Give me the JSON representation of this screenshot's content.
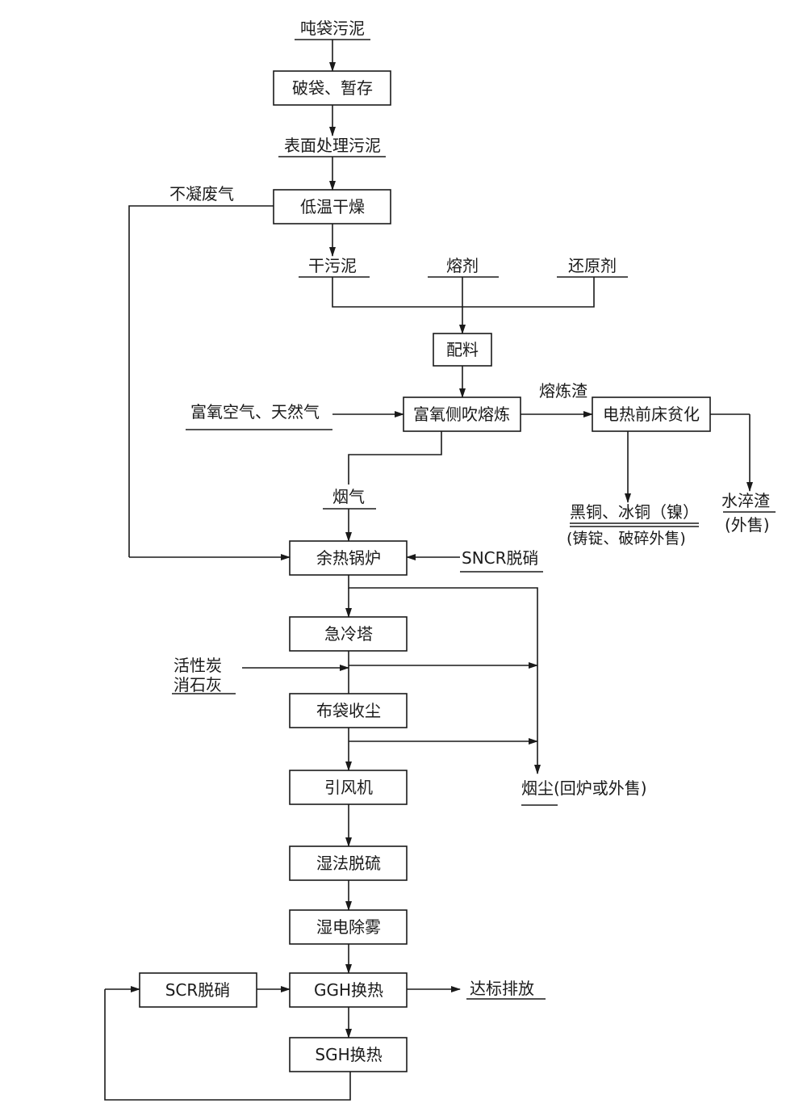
{
  "nodes": {
    "breaking_bag": "破袋、暂存",
    "low_temp_drying": "低温干燥",
    "batching": "配料",
    "smelting": "富氧侧吹熔炼",
    "electric_furnace": "电热前床贫化",
    "waste_heat_boiler": "余热锅炉",
    "quench_tower": "急冷塔",
    "baghouse": "布袋收尘",
    "induced_fan": "引风机",
    "wet_desulfurization": "湿法脱硫",
    "wet_esp": "湿电除雾",
    "ggh": "GGH换热",
    "scr": "SCR脱硝",
    "sgh": "SGH换热"
  },
  "labels": {
    "ton_bag_sludge": "吨袋污泥",
    "surface_sludge": "表面处理污泥",
    "noncondensable_gas": "不凝废气",
    "dry_sludge": "干污泥",
    "flux": "熔剂",
    "reductant": "还原剂",
    "oxygen_gas": "富氧空气、天然气",
    "smelting_slag": "熔炼渣",
    "flue_gas": "烟气",
    "black_copper": "黑铜、冰铜（镍）",
    "black_copper_note": "(铸锭、破碎外售)",
    "water_slag": "水淬渣",
    "water_slag_note": "(外售)",
    "sncr": "SNCR脱硝",
    "activated_carbon": "活性炭",
    "slaked_lime": "消石灰",
    "dust": "烟尘(回炉或外售)",
    "discharge": "达标排放"
  }
}
